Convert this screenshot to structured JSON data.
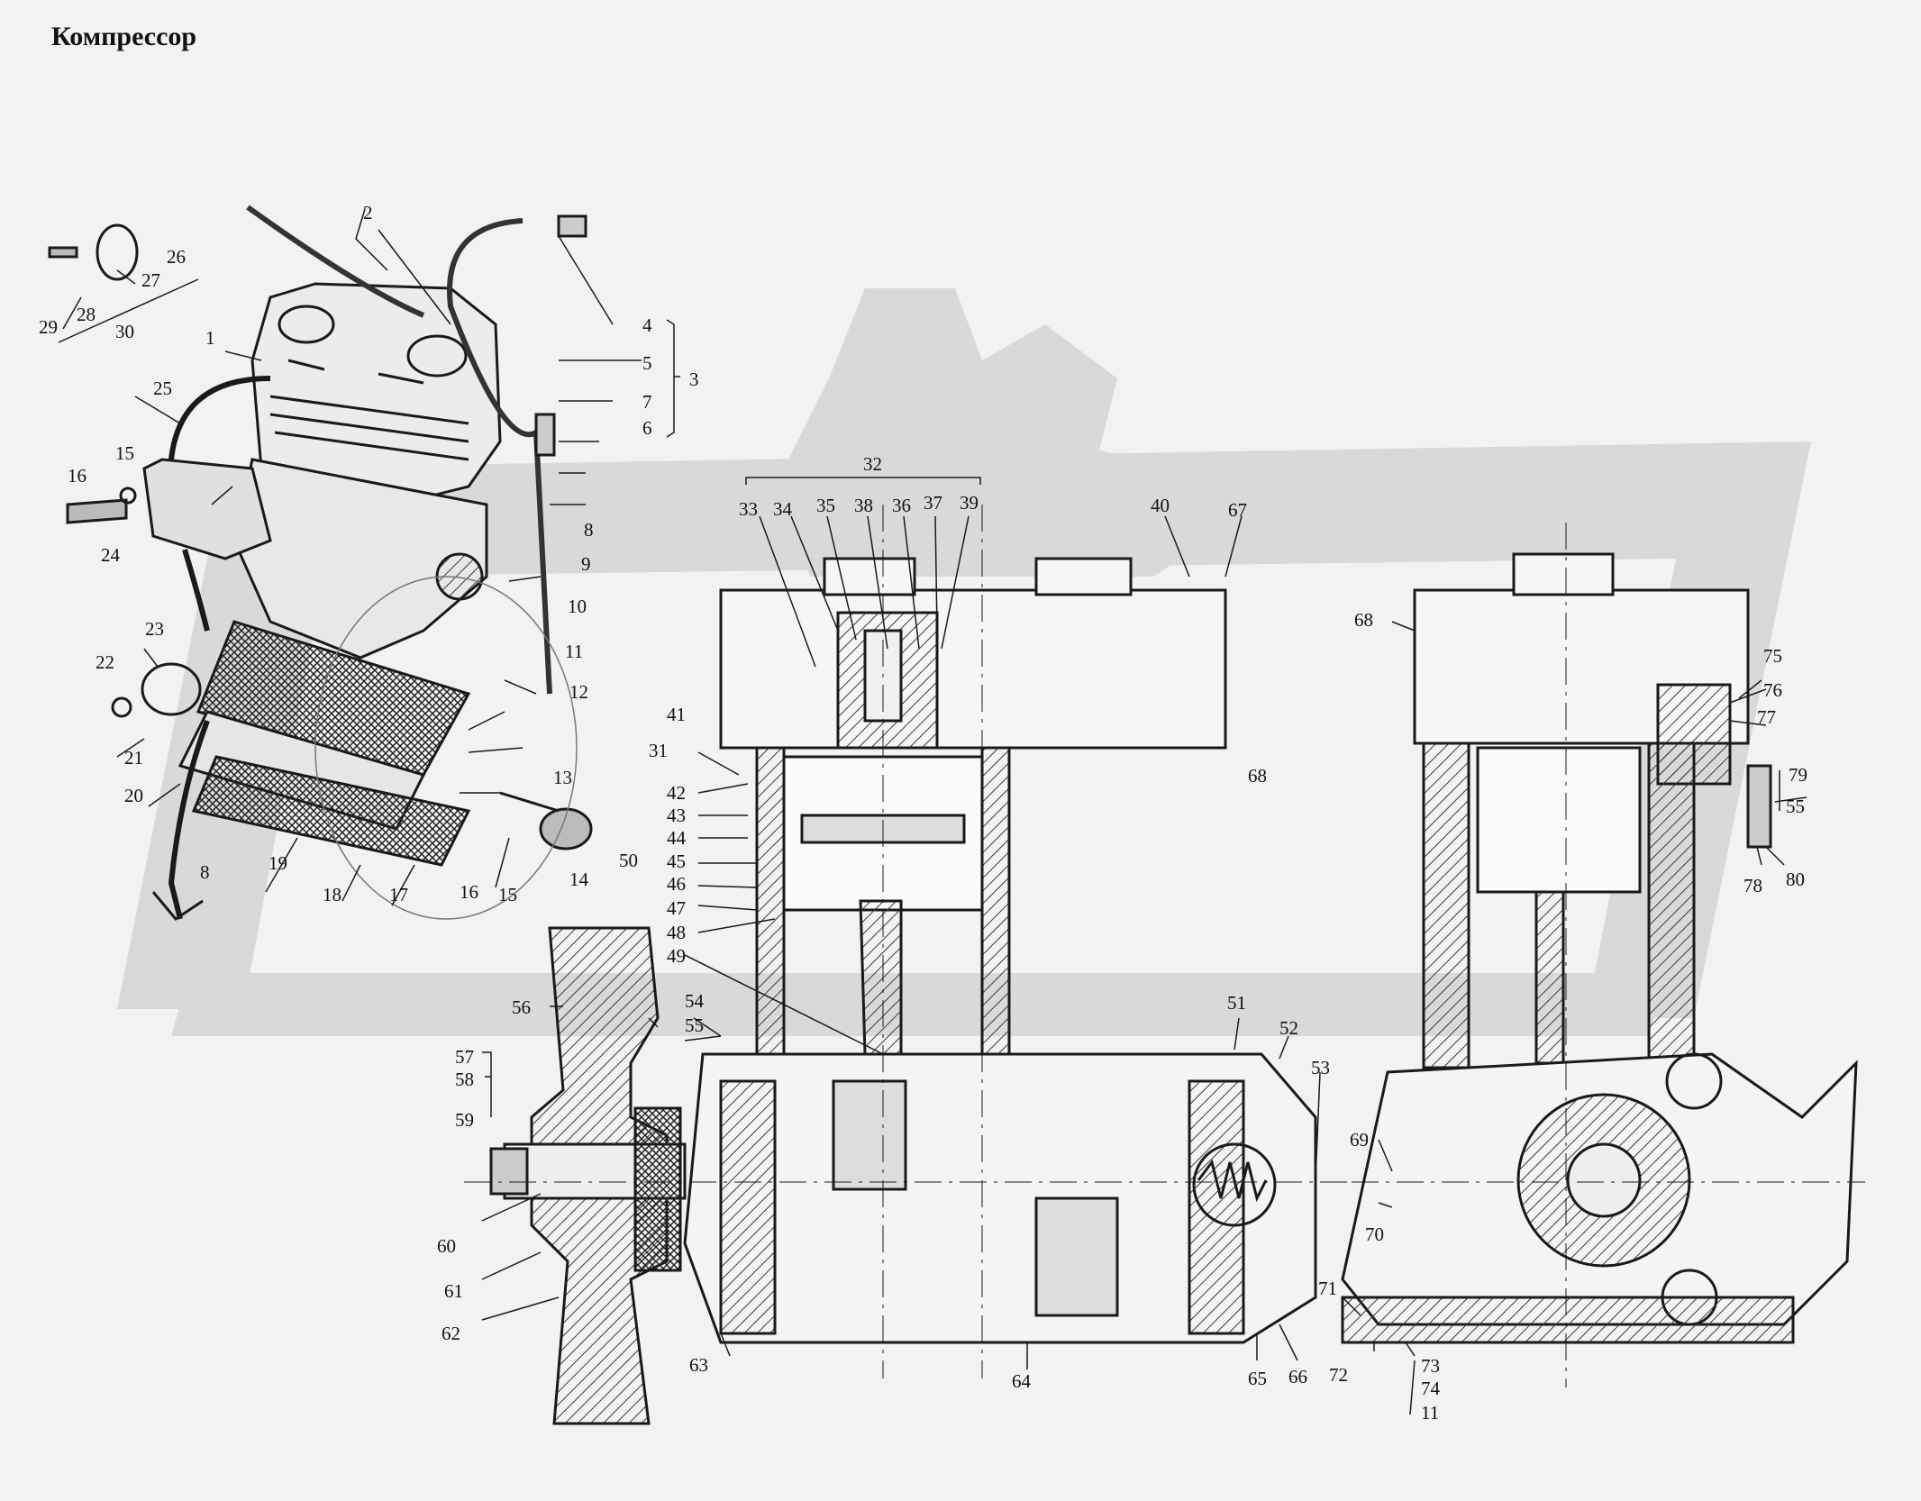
{
  "title": "Компрессор",
  "labels": {
    "n1": "1",
    "n2": "2",
    "n3": "3",
    "n4": "4",
    "n5": "5",
    "n6": "6",
    "n7": "7",
    "n8": "8",
    "n9": "9",
    "n10": "10",
    "n11": "11",
    "n12": "12",
    "n13": "13",
    "n14": "14",
    "n15": "15",
    "n16": "16",
    "n17": "17",
    "n18": "18",
    "n19": "19",
    "n20": "20",
    "n21": "21",
    "n22": "22",
    "n23": "23",
    "n24": "24",
    "n25": "25",
    "n26": "26",
    "n27": "27",
    "n28": "28",
    "n29": "29",
    "n30": "30",
    "n31": "31",
    "n32": "32",
    "n33": "33",
    "n34": "34",
    "n35": "35",
    "n36": "36",
    "n37": "37",
    "n38": "38",
    "n39": "39",
    "n40": "40",
    "n41": "41",
    "n42": "42",
    "n43": "43",
    "n44": "44",
    "n45": "45",
    "n46": "46",
    "n47": "47",
    "n48": "48",
    "n49": "49",
    "n50": "50",
    "n51": "51",
    "n52": "52",
    "n53": "53",
    "n54": "54",
    "n55": "55",
    "n56": "56",
    "n57": "57",
    "n58": "58",
    "n59": "59",
    "n60": "60",
    "n61": "61",
    "n62": "62",
    "n63": "63",
    "n64": "64",
    "n65": "65",
    "n66": "66",
    "n67": "67",
    "n68": "68",
    "n69": "69",
    "n70": "70",
    "n71": "71",
    "n72": "72",
    "n73": "73",
    "n74": "74",
    "n75": "75",
    "n76": "76",
    "n77": "77",
    "n78": "78",
    "n79": "79",
    "n80": "80"
  },
  "colors": {
    "background": "#f2f2f2",
    "watermark": "#d9d9d9",
    "line": "#1a1a1a",
    "hatch": "#3a3a3a"
  }
}
